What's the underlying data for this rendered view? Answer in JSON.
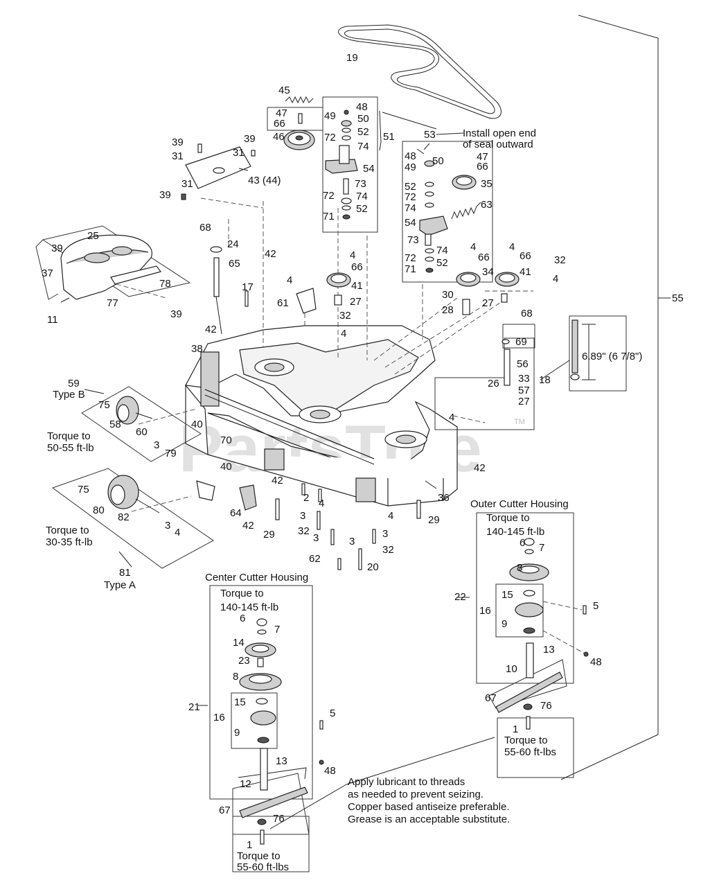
{
  "watermark": "PartsTree",
  "watermark_tm": "TM",
  "callouts": [
    {
      "id": "c19",
      "text": "19"
    },
    {
      "id": "c45",
      "text": "45"
    },
    {
      "id": "c47a",
      "text": "47"
    },
    {
      "id": "c66a",
      "text": "66"
    },
    {
      "id": "c46",
      "text": "46"
    },
    {
      "id": "c49a",
      "text": "49"
    },
    {
      "id": "c48a",
      "text": "48"
    },
    {
      "id": "c50a",
      "text": "50"
    },
    {
      "id": "c72a",
      "text": "72"
    },
    {
      "id": "c52a",
      "text": "52"
    },
    {
      "id": "c74a",
      "text": "74"
    },
    {
      "id": "c51",
      "text": "51"
    },
    {
      "id": "c54a",
      "text": "54"
    },
    {
      "id": "c73a",
      "text": "73"
    },
    {
      "id": "c72b",
      "text": "72"
    },
    {
      "id": "c74b",
      "text": "74"
    },
    {
      "id": "c52b",
      "text": "52"
    },
    {
      "id": "c71a",
      "text": "71"
    },
    {
      "id": "c53",
      "text": "53"
    },
    {
      "id": "c48b",
      "text": "48"
    },
    {
      "id": "c49b",
      "text": "49"
    },
    {
      "id": "c50b",
      "text": "50"
    },
    {
      "id": "c52c",
      "text": "52"
    },
    {
      "id": "c72c",
      "text": "72"
    },
    {
      "id": "c74c",
      "text": "74"
    },
    {
      "id": "c54b",
      "text": "54"
    },
    {
      "id": "c73b",
      "text": "73"
    },
    {
      "id": "c74d",
      "text": "74"
    },
    {
      "id": "c72d",
      "text": "72"
    },
    {
      "id": "c52d",
      "text": "52"
    },
    {
      "id": "c71b",
      "text": "71"
    },
    {
      "id": "c47b",
      "text": "47"
    },
    {
      "id": "c66b",
      "text": "66"
    },
    {
      "id": "c35",
      "text": "35"
    },
    {
      "id": "c63",
      "text": "63"
    },
    {
      "id": "c39a",
      "text": "39"
    },
    {
      "id": "c31a",
      "text": "31"
    },
    {
      "id": "c39b",
      "text": "39"
    },
    {
      "id": "c31b",
      "text": "31"
    },
    {
      "id": "c43",
      "text": "43 (44)"
    },
    {
      "id": "c31c",
      "text": "31"
    },
    {
      "id": "c39c",
      "text": "39"
    },
    {
      "id": "c68a",
      "text": "68"
    },
    {
      "id": "c24",
      "text": "24"
    },
    {
      "id": "c65",
      "text": "65"
    },
    {
      "id": "c42a",
      "text": "42"
    },
    {
      "id": "c4a",
      "text": "4"
    },
    {
      "id": "c66c",
      "text": "66"
    },
    {
      "id": "c41a",
      "text": "41"
    },
    {
      "id": "c27a",
      "text": "27"
    },
    {
      "id": "c4b",
      "text": "4"
    },
    {
      "id": "c66d",
      "text": "66"
    },
    {
      "id": "c4c",
      "text": "4"
    },
    {
      "id": "c66e",
      "text": "66"
    },
    {
      "id": "c32a",
      "text": "32"
    },
    {
      "id": "c34",
      "text": "34"
    },
    {
      "id": "c41b",
      "text": "41"
    },
    {
      "id": "c4d",
      "text": "4"
    },
    {
      "id": "c30",
      "text": "30"
    },
    {
      "id": "c28",
      "text": "28"
    },
    {
      "id": "c27b",
      "text": "27"
    },
    {
      "id": "c55",
      "text": "55"
    },
    {
      "id": "c39d",
      "text": "39"
    },
    {
      "id": "c25",
      "text": "25"
    },
    {
      "id": "c37",
      "text": "37"
    },
    {
      "id": "c78",
      "text": "78"
    },
    {
      "id": "c77",
      "text": "77"
    },
    {
      "id": "c39e",
      "text": "39"
    },
    {
      "id": "c11",
      "text": "11"
    },
    {
      "id": "c17",
      "text": "17"
    },
    {
      "id": "c4e",
      "text": "4"
    },
    {
      "id": "c61",
      "text": "61"
    },
    {
      "id": "c32b",
      "text": "32"
    },
    {
      "id": "c4f",
      "text": "4"
    },
    {
      "id": "c42b",
      "text": "42"
    },
    {
      "id": "c38",
      "text": "38"
    },
    {
      "id": "c68b",
      "text": "68"
    },
    {
      "id": "c69",
      "text": "69"
    },
    {
      "id": "c56",
      "text": "56"
    },
    {
      "id": "c33",
      "text": "33"
    },
    {
      "id": "c18",
      "text": "18"
    },
    {
      "id": "c26",
      "text": "26"
    },
    {
      "id": "c57",
      "text": "57"
    },
    {
      "id": "c27c",
      "text": "27"
    },
    {
      "id": "c4g",
      "text": "4"
    },
    {
      "id": "c59",
      "text": "59"
    },
    {
      "id": "c75a",
      "text": "75"
    },
    {
      "id": "c58",
      "text": "58"
    },
    {
      "id": "c60",
      "text": "60"
    },
    {
      "id": "c40a",
      "text": "40"
    },
    {
      "id": "c3a",
      "text": "3"
    },
    {
      "id": "c70",
      "text": "70"
    },
    {
      "id": "c79",
      "text": "79"
    },
    {
      "id": "c40b",
      "text": "40"
    },
    {
      "id": "c42c",
      "text": "42"
    },
    {
      "id": "c42d",
      "text": "42"
    },
    {
      "id": "c75b",
      "text": "75"
    },
    {
      "id": "c80",
      "text": "80"
    },
    {
      "id": "c82",
      "text": "82"
    },
    {
      "id": "c64",
      "text": "64"
    },
    {
      "id": "c42e",
      "text": "42"
    },
    {
      "id": "c29a",
      "text": "29"
    },
    {
      "id": "c2",
      "text": "2"
    },
    {
      "id": "c4h",
      "text": "4"
    },
    {
      "id": "c3b",
      "text": "3"
    },
    {
      "id": "c32c",
      "text": "32"
    },
    {
      "id": "c3c",
      "text": "3"
    },
    {
      "id": "c4i",
      "text": "4"
    },
    {
      "id": "c36",
      "text": "36"
    },
    {
      "id": "c29b",
      "text": "29"
    },
    {
      "id": "c3d",
      "text": "3"
    },
    {
      "id": "c32d",
      "text": "32"
    },
    {
      "id": "c62",
      "text": "62"
    },
    {
      "id": "c3e",
      "text": "3"
    },
    {
      "id": "c20",
      "text": "20"
    },
    {
      "id": "c3f",
      "text": "3"
    },
    {
      "id": "c4j",
      "text": "4"
    },
    {
      "id": "c81",
      "text": "81"
    },
    {
      "id": "c6a",
      "text": "6"
    },
    {
      "id": "c7a",
      "text": "7"
    },
    {
      "id": "c14",
      "text": "14"
    },
    {
      "id": "c23",
      "text": "23"
    },
    {
      "id": "c8a",
      "text": "8"
    },
    {
      "id": "c15a",
      "text": "15"
    },
    {
      "id": "c16a",
      "text": "16"
    },
    {
      "id": "c21",
      "text": "21"
    },
    {
      "id": "c9a",
      "text": "9"
    },
    {
      "id": "c5a",
      "text": "5"
    },
    {
      "id": "c48c",
      "text": "48"
    },
    {
      "id": "c13a",
      "text": "13"
    },
    {
      "id": "c12",
      "text": "12"
    },
    {
      "id": "c67a",
      "text": "67"
    },
    {
      "id": "c76a",
      "text": "76"
    },
    {
      "id": "c1a",
      "text": "1"
    },
    {
      "id": "c6b",
      "text": "6"
    },
    {
      "id": "c7b",
      "text": "7"
    },
    {
      "id": "c8b",
      "text": "8"
    },
    {
      "id": "c22",
      "text": "22"
    },
    {
      "id": "c15b",
      "text": "15"
    },
    {
      "id": "c16b",
      "text": "16"
    },
    {
      "id": "c9b",
      "text": "9"
    },
    {
      "id": "c5b",
      "text": "5"
    },
    {
      "id": "c48d",
      "text": "48"
    },
    {
      "id": "c13b",
      "text": "13"
    },
    {
      "id": "c10",
      "text": "10"
    },
    {
      "id": "c67b",
      "text": "67"
    },
    {
      "id": "c76b",
      "text": "76"
    },
    {
      "id": "c1b",
      "text": "1"
    }
  ],
  "notes": {
    "seal": [
      "Install open end",
      "of seal outward"
    ],
    "dimension": "6.89\" (6 7/8\")",
    "type_b": "Type B",
    "type_a": "Type A",
    "torque_50_55": [
      "Torque to",
      "50-55 ft-lb"
    ],
    "torque_30_35": [
      "Torque to",
      "30-35 ft-lb"
    ],
    "outer_housing": "Outer Cutter Housing",
    "outer_torque": [
      "Torque to",
      "140-145 ft-lb"
    ],
    "center_housing": "Center Cutter Housing",
    "center_torque": [
      "Torque to",
      "140-145 ft-lb"
    ],
    "outer_blade_torque": [
      "Torque to",
      "55-60 ft-lbs"
    ],
    "center_blade_torque": [
      "Torque to",
      "55-60 ft-lbs"
    ],
    "lubricant": [
      "Apply lubricant to threads",
      "as needed to prevent seizing.",
      "Copper based antiseize preferable.",
      "Grease is an acceptable substitute."
    ]
  }
}
